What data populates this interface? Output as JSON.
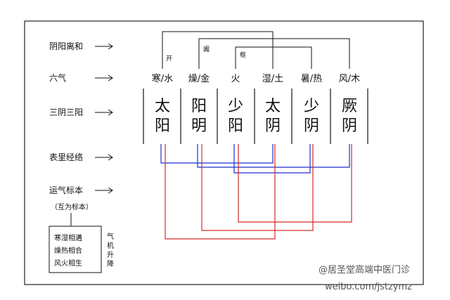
{
  "row_labels": {
    "yinyang": "阴阳离和",
    "liuqi": "六气",
    "sanyin": "三阴三阳",
    "biaoli": "表里经络",
    "yunqi": "运气标本",
    "yunqi_note": "（互为标本）"
  },
  "pivot": {
    "open": "开",
    "close": "阖",
    "hinge": "枢"
  },
  "liuqi": [
    "寒/水",
    "燥/金",
    "火",
    "湿/土",
    "暑/热",
    "风/木"
  ],
  "channels": [
    {
      "top": "太",
      "bottom": "阳"
    },
    {
      "top": "阳",
      "bottom": "明"
    },
    {
      "top": "少",
      "bottom": "阳"
    },
    {
      "top": "太",
      "bottom": "阴"
    },
    {
      "top": "少",
      "bottom": "阴"
    },
    {
      "top": "厥",
      "bottom": "阴"
    }
  ],
  "box_lines": [
    "寒湿相遘",
    "燥热相合",
    "风火相生"
  ],
  "side_text": [
    "气",
    "机",
    "升",
    "降"
  ],
  "watermark": {
    "line1": "@居圣堂高端中医门诊",
    "line2": "weibo.com/jstzymz"
  },
  "colors": {
    "black": "#111111",
    "blue": "#1f2fd0",
    "red": "#d42a2a",
    "frame": "#222222"
  }
}
